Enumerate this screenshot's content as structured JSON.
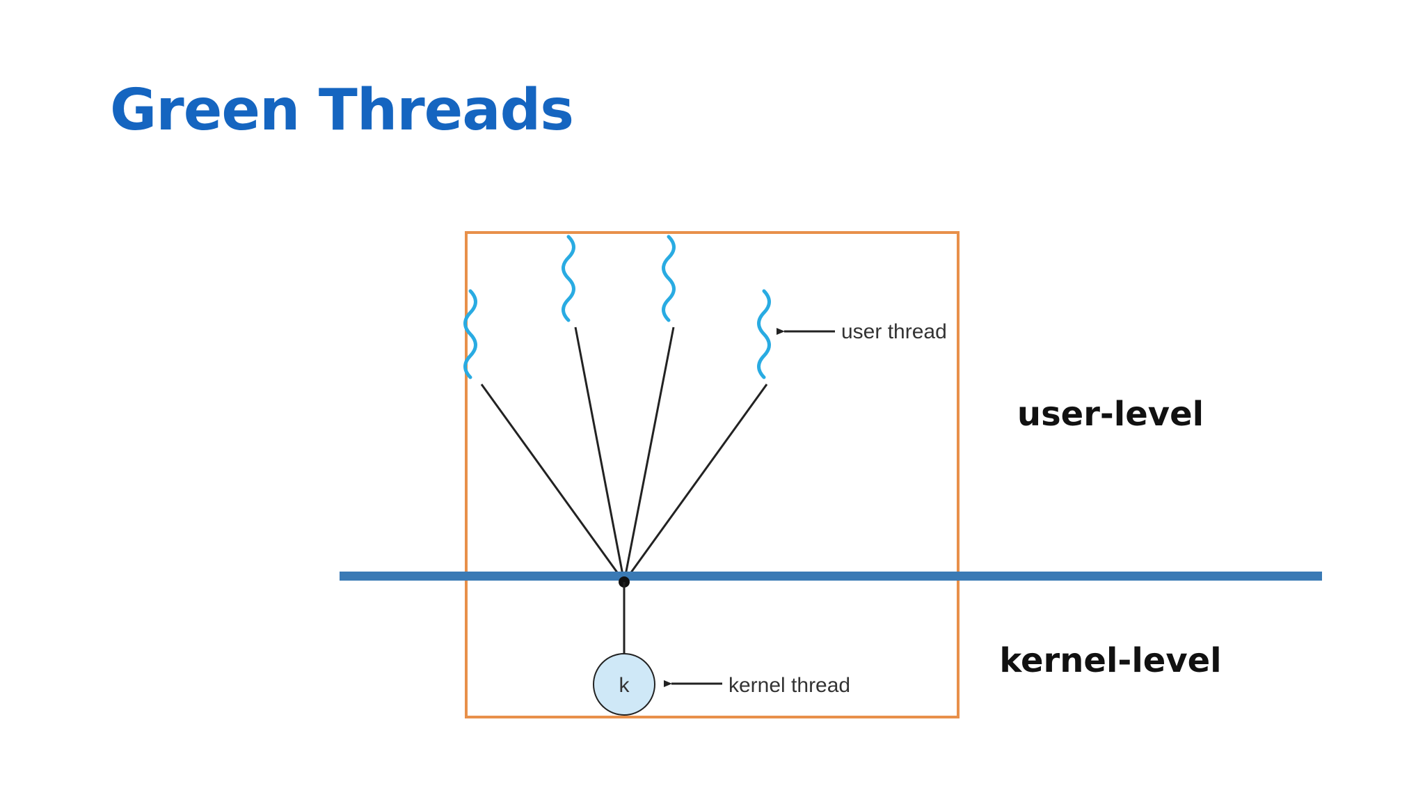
{
  "slide": {
    "title": "Green Threads"
  },
  "diagram": {
    "user_thread_label": "user thread",
    "kernel_thread_label": "kernel thread",
    "kernel_node_label": "k",
    "user_level_label": "user-level",
    "kernel_level_label": "kernel-level"
  },
  "colors": {
    "title": "#1565c0",
    "box_border": "#e8904a",
    "divider": "#3a7ab5",
    "thread_wave": "#29abe2",
    "kernel_node_fill": "#cfe8f7",
    "text": "#111111",
    "label_text": "#333333"
  }
}
